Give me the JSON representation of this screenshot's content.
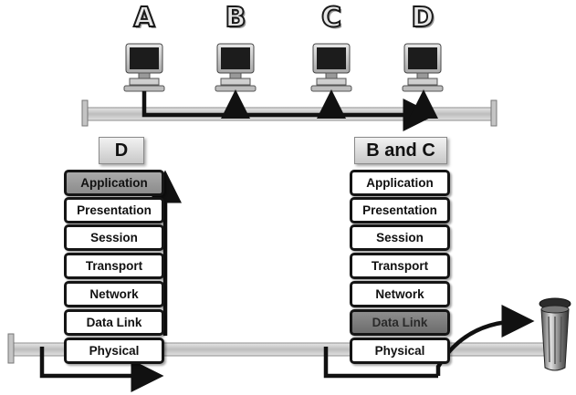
{
  "nodes": [
    {
      "id": "A",
      "label": "A"
    },
    {
      "id": "B",
      "label": "B"
    },
    {
      "id": "C",
      "label": "C"
    },
    {
      "id": "D",
      "label": "D"
    }
  ],
  "stacks": {
    "left": {
      "header": "D"
    },
    "right": {
      "header": "B and C"
    }
  },
  "layers": [
    "Application",
    "Presentation",
    "Session",
    "Transport",
    "Network",
    "Data Link",
    "Physical"
  ],
  "left_active_layer": "Application",
  "right_active_layer": "Data Link",
  "colors": {
    "frame": "#151515",
    "highlight": "#9b9b9b",
    "bus": "#c9c9c9",
    "background": "#ffffff"
  },
  "icons": [
    "computer-icon",
    "trash-can-icon"
  ]
}
